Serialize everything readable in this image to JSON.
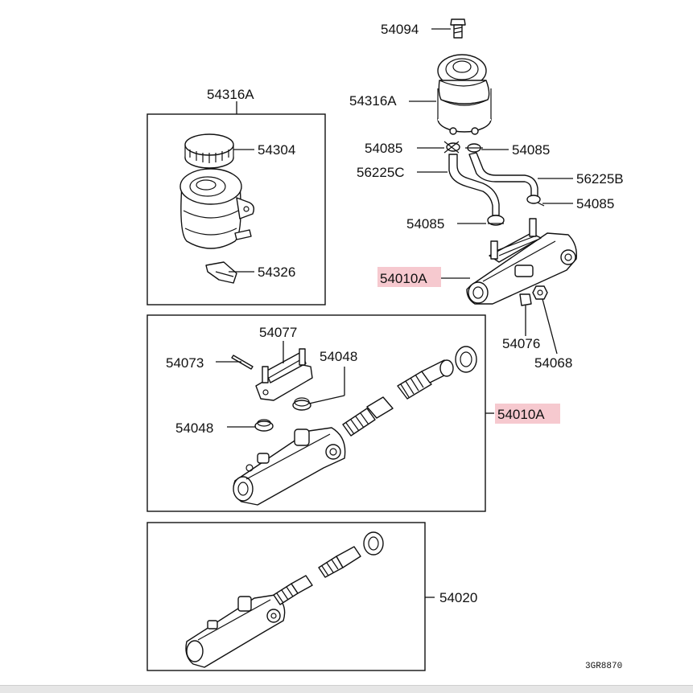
{
  "labels": {
    "p54094": "54094",
    "p54316A_top": "54316A",
    "p54316A_res": "54316A",
    "p54304": "54304",
    "p54326": "54326",
    "p54085_a": "54085",
    "p54085_b": "54085",
    "p54085_c": "54085",
    "p54085_d": "54085",
    "p56225C": "56225C",
    "p56225B": "56225B",
    "p54010A_top": "54010A",
    "p54010A_mid": "54010A",
    "p54076": "54076",
    "p54068": "54068",
    "p54077": "54077",
    "p54073": "54073",
    "p54048_a": "54048",
    "p54048_b": "54048",
    "p54020": "54020",
    "code": "3GR8870"
  },
  "colors": {
    "highlight": "#f6c9cf",
    "ink": "#111111"
  }
}
